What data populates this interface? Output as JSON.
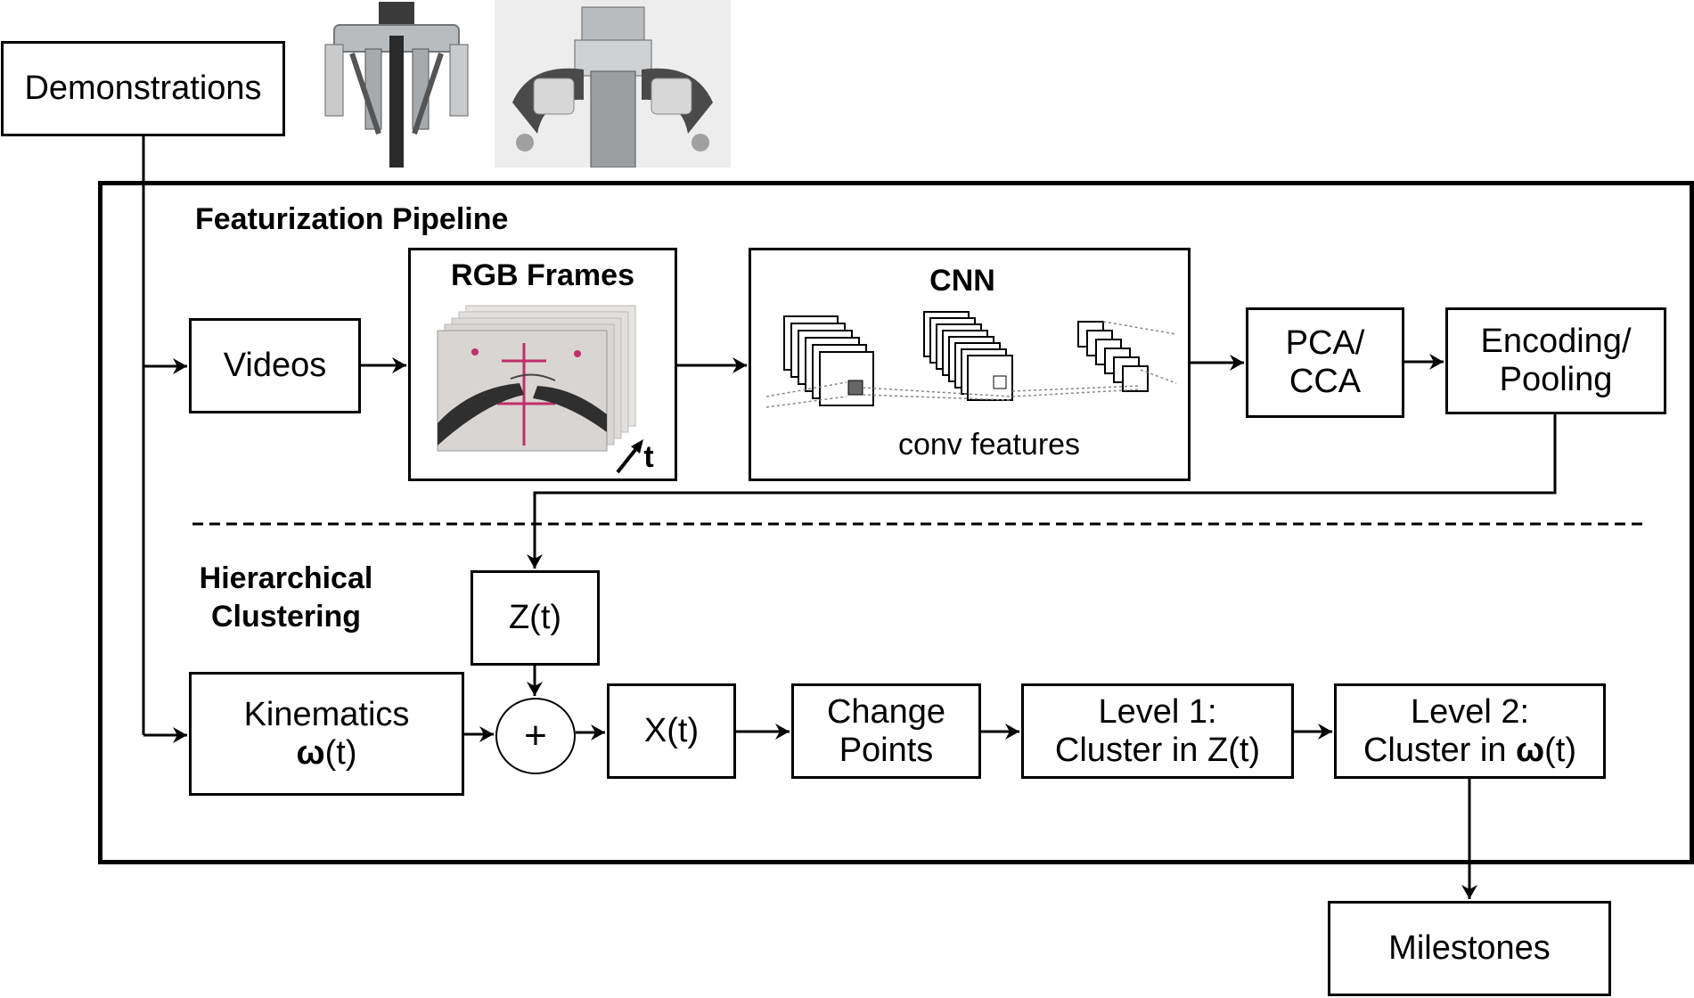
{
  "demonstrations_label": "Demonstrations",
  "featurization": {
    "section_title": "Featurization Pipeline",
    "videos_label": "Videos",
    "rgb_frames_title": "RGB Frames",
    "time_label": "t",
    "cnn_title": "CNN",
    "conv_features_label": "conv features",
    "pca_label_line1": "PCA/",
    "pca_label_line2": "CCA",
    "encoding_label_line1": "Encoding/",
    "encoding_label_line2": "Pooling"
  },
  "clustering": {
    "section_title_line1": "Hierarchical",
    "section_title_line2": "Clustering",
    "zt_label": "Z(t)",
    "kinematics_line1": "Kinematics",
    "kinematics_omega": "ω",
    "kinematics_suffix": "(t)",
    "plus_symbol": "+",
    "xt_label": "X(t)",
    "change_points_line1": "Change",
    "change_points_line2": "Points",
    "level1_line1": "Level 1:",
    "level1_line2": "Cluster in Z(t)",
    "level2_line1": "Level 2:",
    "level2_prefix": "Cluster in ",
    "level2_omega": "ω",
    "level2_suffix": "(t)",
    "milestones_label": "Milestones"
  },
  "colors": {
    "stroke": "#000000",
    "robot_metal": "#b9bcbf",
    "robot_dark": "#3a3a3a",
    "frame_bg": "#d9d5d2",
    "mark_color": "#c0306a"
  }
}
